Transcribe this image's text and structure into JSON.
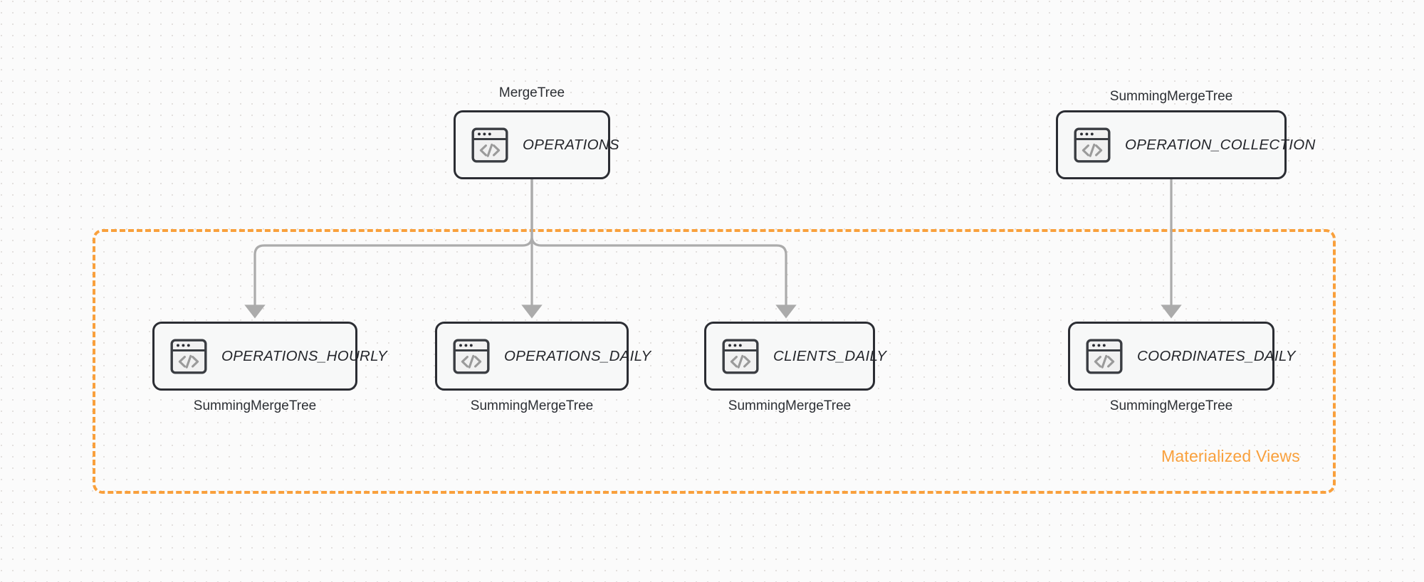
{
  "diagram": {
    "title": "ClickHouse table and materialized view topology",
    "colors": {
      "accent_orange": "#F9A03C",
      "node_border": "#2B2D33",
      "node_fill": "#F7F8F8",
      "connector_gray": "#ABABAB",
      "background": "#FBFBFB",
      "grid_dot": "#E3E0DE"
    },
    "group": {
      "label": "Materialized Views",
      "border_style": "dashed",
      "border_color": "#F9A03C"
    },
    "nodes": [
      {
        "id": "operations",
        "label": "OPERATIONS",
        "engine": "MergeTree",
        "engine_position": "above",
        "icon": "code-window-icon"
      },
      {
        "id": "operation_collection",
        "label": "OPERATION_COLLECTION",
        "engine": "SummingMergeTree",
        "engine_position": "above",
        "icon": "code-window-icon"
      },
      {
        "id": "operations_hourly",
        "label": "OPERATIONS_HOURLY",
        "engine": "SummingMergeTree",
        "engine_position": "below",
        "icon": "code-window-icon"
      },
      {
        "id": "operations_daily",
        "label": "OPERATIONS_DAILY",
        "engine": "SummingMergeTree",
        "engine_position": "below",
        "icon": "code-window-icon"
      },
      {
        "id": "clients_daily",
        "label": "CLIENTS_DAILY",
        "engine": "SummingMergeTree",
        "engine_position": "below",
        "icon": "code-window-icon"
      },
      {
        "id": "coordinates_daily",
        "label": "COORDINATES_DAILY",
        "engine": "SummingMergeTree",
        "engine_position": "below",
        "icon": "code-window-icon"
      }
    ],
    "edges": [
      {
        "from": "operations",
        "to": "operations_hourly",
        "style": "orthogonal-arrow"
      },
      {
        "from": "operations",
        "to": "operations_daily",
        "style": "straight-arrow"
      },
      {
        "from": "operations",
        "to": "clients_daily",
        "style": "orthogonal-arrow"
      },
      {
        "from": "operation_collection",
        "to": "coordinates_daily",
        "style": "straight-arrow"
      }
    ]
  }
}
